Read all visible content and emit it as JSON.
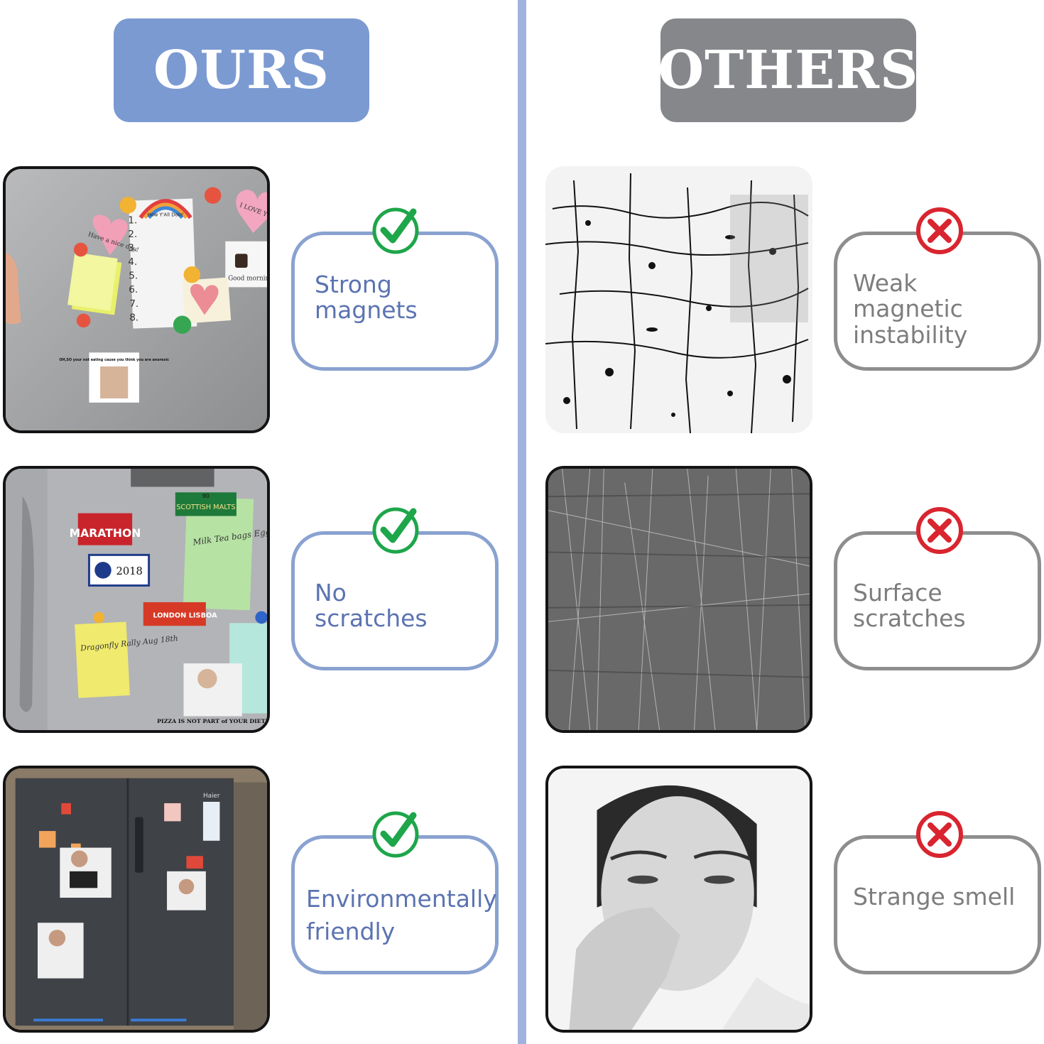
{
  "headers": {
    "ours": "OURS",
    "others": "OTHERS"
  },
  "ours": [
    {
      "text_line1": "Strong",
      "text_line2": "magnets",
      "icon": "check-circle-icon"
    },
    {
      "text_line1": "No",
      "text_line2": "scratches",
      "icon": "check-circle-icon"
    },
    {
      "text_line1": "Environmentally",
      "text_line2": "friendly",
      "icon": "check-circle-icon"
    }
  ],
  "others": [
    {
      "text_line1": "Weak magnetic",
      "text_line2": "instability",
      "icon": "x-circle-icon"
    },
    {
      "text_line1": "Surface",
      "text_line2": "scratches",
      "icon": "x-circle-icon"
    },
    {
      "text_line1": "Strange smell",
      "text_line2": "",
      "icon": "x-circle-icon"
    }
  ],
  "photo_labels": {
    "note_list": [
      "1.",
      "2.",
      "3.",
      "4.",
      "5.",
      "6.",
      "7.",
      "8."
    ],
    "heart_note": "Have a nice day!",
    "love_note": "I LOVE YOU",
    "coffee_note": "Good morning",
    "small_sticker": "OH,SO your not eating cause you think you are anorexic",
    "rainbow_sticker": "How Y'All Doin'",
    "marathon": "MARATHON",
    "rac_year": "2018",
    "scottish": "SCOTTISH MALTS",
    "scottish_num": "90",
    "milk_note": "Milk Tea bags Eggs",
    "london": "LONDON LISBOA",
    "dragon_note": "Dragonfly Rally Aug 18th",
    "pizza": "PIZZA IS NOT PART of YOUR DIET?",
    "haier": "Haier"
  },
  "colors": {
    "ours_accent": "#7b9ad2",
    "others_accent": "#85878b",
    "check_green": "#1ea64a",
    "x_red": "#d9252f"
  }
}
